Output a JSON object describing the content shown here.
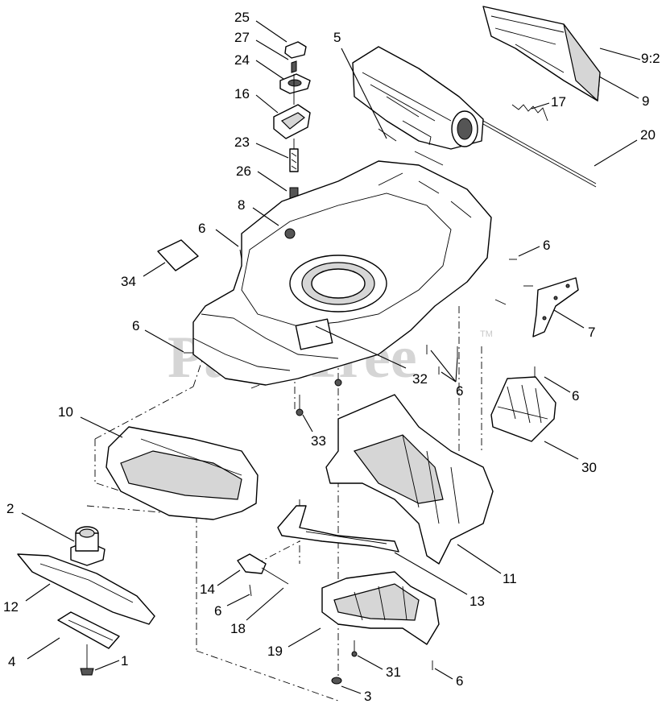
{
  "watermark": {
    "text": "PartsTree",
    "trademark": "TM"
  },
  "callouts": [
    {
      "label": "25"
    },
    {
      "label": "27"
    },
    {
      "label": "24"
    },
    {
      "label": "16"
    },
    {
      "label": "23"
    },
    {
      "label": "26"
    },
    {
      "label": "8"
    },
    {
      "label": "6"
    },
    {
      "label": "34"
    },
    {
      "label": "6"
    },
    {
      "label": "5"
    },
    {
      "label": "9:2"
    },
    {
      "label": "9"
    },
    {
      "label": "17"
    },
    {
      "label": "20"
    },
    {
      "label": "6"
    },
    {
      "label": "7"
    },
    {
      "label": "32"
    },
    {
      "label": "6"
    },
    {
      "label": "6"
    },
    {
      "label": "30"
    },
    {
      "label": "33"
    },
    {
      "label": "10"
    },
    {
      "label": "2"
    },
    {
      "label": "12"
    },
    {
      "label": "4"
    },
    {
      "label": "1"
    },
    {
      "label": "14"
    },
    {
      "label": "6"
    },
    {
      "label": "18"
    },
    {
      "label": "19"
    },
    {
      "label": "13"
    },
    {
      "label": "11"
    },
    {
      "label": "31"
    },
    {
      "label": "6"
    },
    {
      "label": "3"
    }
  ]
}
